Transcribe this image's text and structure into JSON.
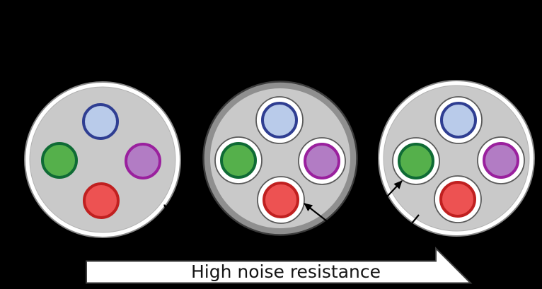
{
  "banner": {
    "label": "High noise resistance",
    "fill": "#ffffff",
    "outline": "#3f3f3f",
    "text_color": "#151515"
  },
  "colors": {
    "background": "#000000",
    "cable_fill": "#c9c9c9",
    "cable_fill_edge": "#b2b2b2",
    "jacket_fill": "#ffffff",
    "jacket_edge": "#888888",
    "shield_fill": "#8f8f8f",
    "shield_edge": "#3c3c3c",
    "wire_ring_fill": "#ffffff",
    "wire_ring_edge": "#5a5a5a",
    "annotation_arrow": "#000000",
    "wires": {
      "blue": {
        "fill": "#b9cbea",
        "stroke": "#2f3e92"
      },
      "green": {
        "fill": "#55b04b",
        "stroke": "#0f6b35"
      },
      "purple": {
        "fill": "#b27cc4",
        "stroke": "#9a209e"
      },
      "red": {
        "fill": "#ed5252",
        "stroke": "#c02020"
      }
    }
  },
  "cables": [
    {
      "name": "unshielded-jacket-cable",
      "outer_layer": "white-jacket",
      "individual_wire_rings": false,
      "wires": [
        "blue",
        "green",
        "purple",
        "red"
      ]
    },
    {
      "name": "overall-shield-cable",
      "outer_layer": "gray-shield",
      "individual_wire_rings": true,
      "wires": [
        "blue",
        "green",
        "purple",
        "red"
      ]
    },
    {
      "name": "individually-shielded-jacket-cable",
      "outer_layer": "white-jacket",
      "individual_wire_rings": true,
      "wires": [
        "blue",
        "green",
        "purple",
        "red"
      ]
    }
  ]
}
